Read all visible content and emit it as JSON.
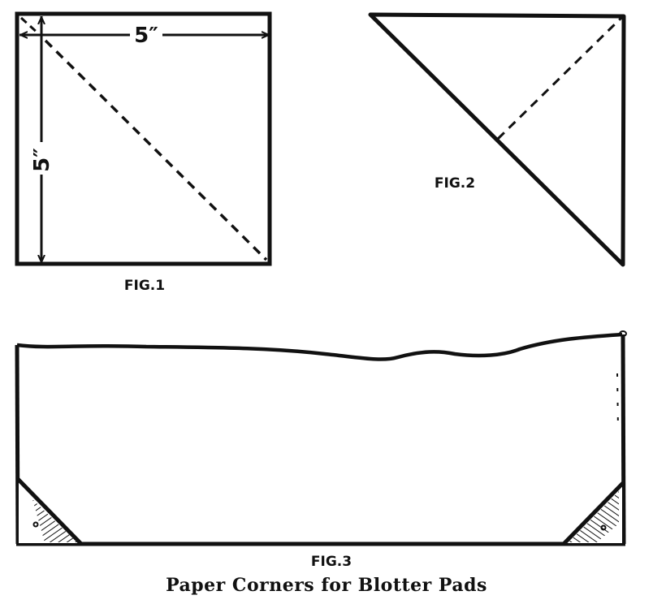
{
  "figures": {
    "fig1": {
      "label": "FIG.1",
      "width_dimension": "5″",
      "height_dimension": "5″"
    },
    "fig2": {
      "label": "FIG.2"
    },
    "fig3": {
      "label": "FIG.3"
    }
  },
  "caption": "Paper Corners for Blotter Pads",
  "colors": {
    "ink": "#111111",
    "paper": "#ffffff"
  }
}
